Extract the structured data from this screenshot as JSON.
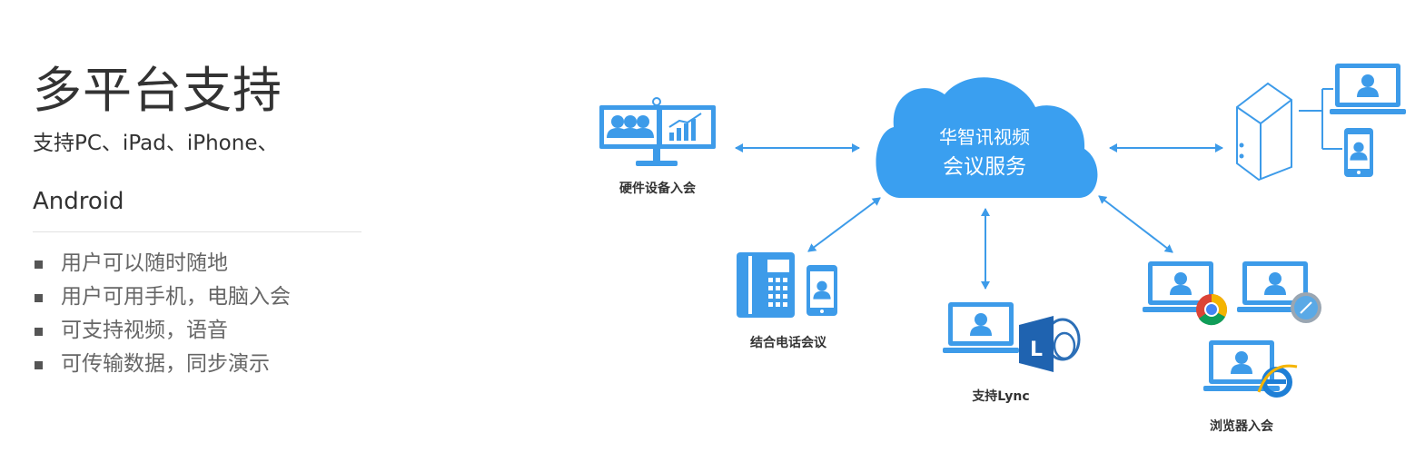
{
  "heading": {
    "title": "多平台支持",
    "subtitle_line1": "支持PC、iPad、iPhone、",
    "subtitle_line2": "Android"
  },
  "features": [
    "用户可以随时随地",
    "用户可用手机，电脑入会",
    "可支持视频，语音",
    "可传输数据，同步演示"
  ],
  "diagram": {
    "cloud_line1": "华智讯视频",
    "cloud_line2": "会议服务",
    "nodes": {
      "hardware": "硬件设备入会",
      "phone": "结合电话会议",
      "lync": "支持Lync",
      "browser": "浏览器入会"
    }
  },
  "colors": {
    "primary_blue": "#3d9be9",
    "cloud_blue": "#3a9ff0",
    "text_dark": "#333333",
    "text_gray": "#666666"
  }
}
